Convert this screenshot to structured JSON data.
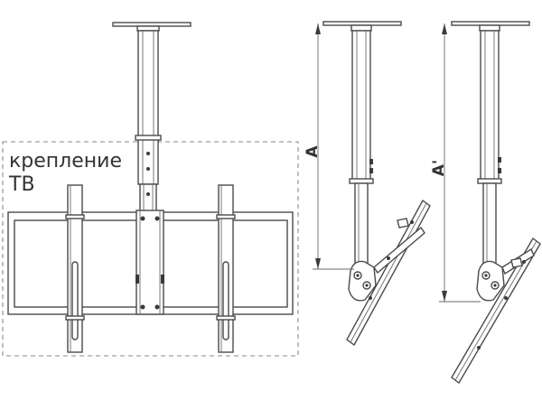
{
  "mount_label": {
    "line1": "крепление",
    "line2": "ТВ"
  },
  "dimensions": {
    "fixed": "A",
    "adjustable": "A'"
  }
}
